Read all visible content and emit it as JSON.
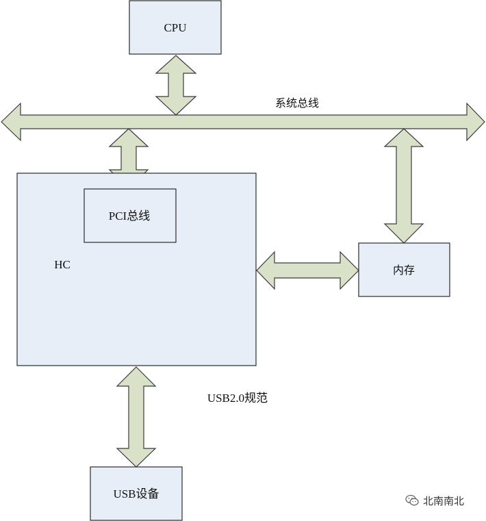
{
  "nodes": {
    "cpu": "CPU",
    "pci_bus": "PCI总线",
    "hc": "HC",
    "memory": "内存",
    "usb_device": "USB设备"
  },
  "labels": {
    "system_bus": "系统总线",
    "usb_spec": "USB2.0规范"
  },
  "watermark": {
    "text": "北南南北",
    "icon": "wechat-icon"
  },
  "colors": {
    "box_fill": "#e8eef8",
    "arrow_fill": "#d9e2c8"
  }
}
